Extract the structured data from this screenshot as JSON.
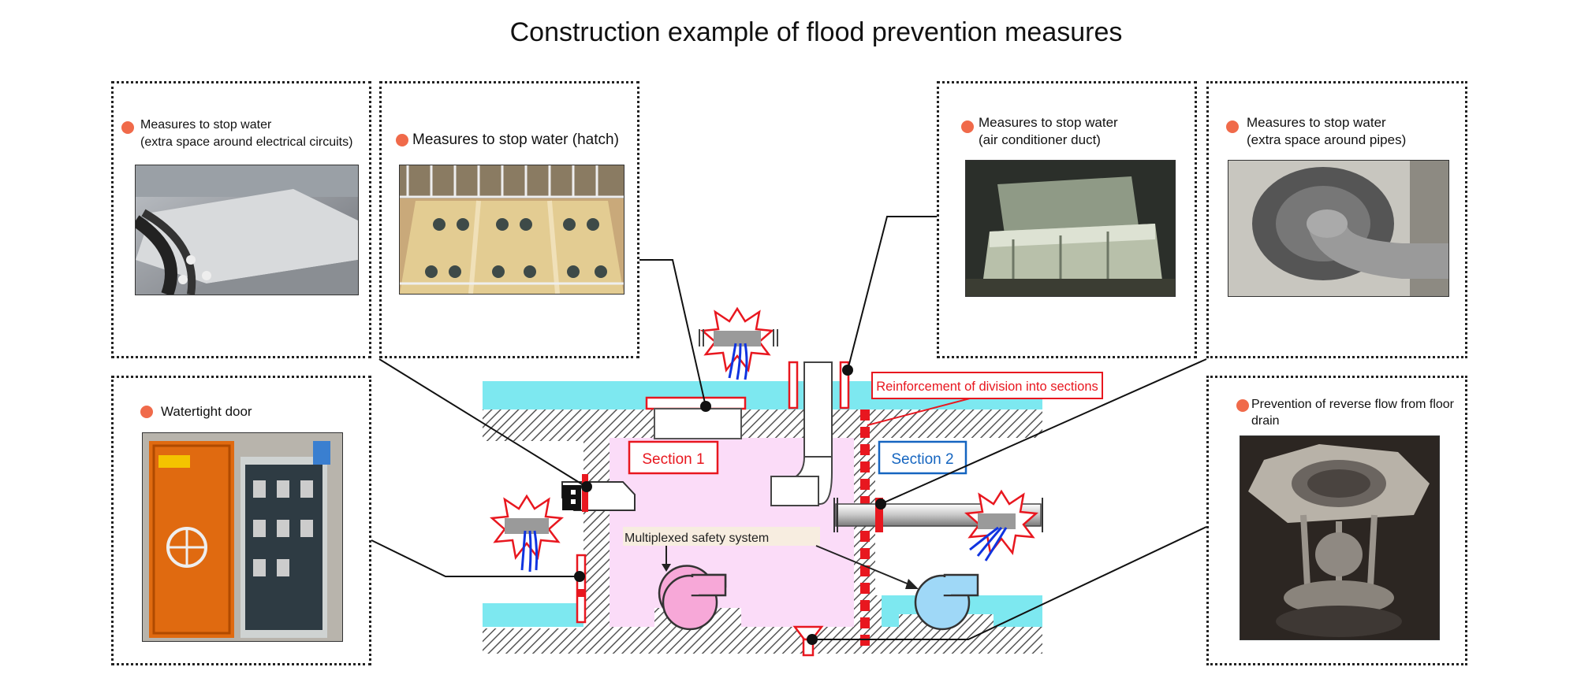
{
  "title": "Construction example of flood prevention measures",
  "colors": {
    "bullet": "#f06a4a",
    "water": "#7de8f0",
    "room": "#fbdcf8",
    "wall_hatch": "#555555",
    "section1": "#e8171f",
    "section2": "#1565c0",
    "pump_pink": "#f7a8d8",
    "pump_blue": "#9fd8f7"
  },
  "panels": {
    "electrical": {
      "line1": "Measures to stop water",
      "line2": "(extra space around electrical circuits)",
      "bullet": "circle-bullet"
    },
    "hatch": {
      "line1": "Measures to stop water (hatch)",
      "bullet": "circle-bullet"
    },
    "duct": {
      "line1": "Measures to stop water",
      "line2": "(air conditioner duct)",
      "bullet": "circle-bullet"
    },
    "pipes": {
      "line1": "Measures to stop water",
      "line2": "(extra space around pipes)",
      "bullet": "circle-bullet"
    },
    "door": {
      "line1": "Watertight door",
      "bullet": "circle-bullet"
    },
    "drain": {
      "line1": "Prevention of reverse flow from floor",
      "line2": "drain",
      "bullet": "circle-bullet"
    }
  },
  "diagram": {
    "section1": "Section 1",
    "section2": "Section 2",
    "reinforcement": "Reinforcement of division into sections",
    "multiplexed": "Multiplexed safety system"
  }
}
